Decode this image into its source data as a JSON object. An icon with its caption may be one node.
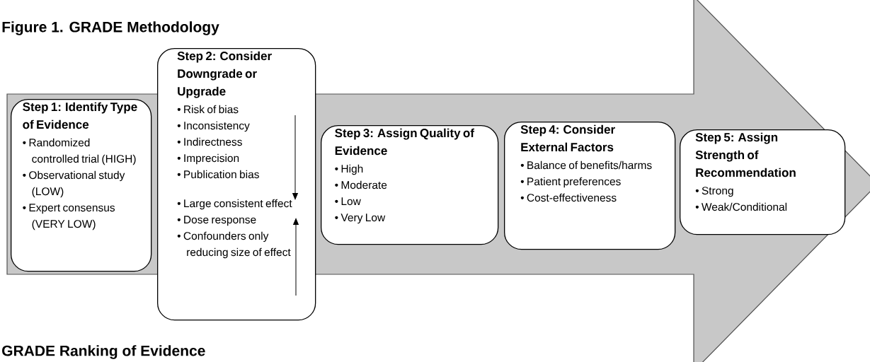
{
  "diagram": {
    "title": "Figure 1. GRADE Methodology",
    "nodes": [
      {
        "text": [
          "Step 1: Identify Type of Evidence",
          "• Randomized controlled trial (HIGH)",
          "• Observational study (LOW)",
          "• Expert consensus (VERY LOW)"
        ]
      },
      {
        "text": [
          "Step 2: Consider Downgrade or Upgrade",
          "• Risk of bias",
          "• Inconsistency",
          "• Indirectness",
          "• Imprecision",
          "• Publication bias",
          "• Large consistent effect",
          "• Dose response",
          "• Confounders only reducing size of effect"
        ]
      },
      {
        "text": [
          "Step 3: Assign Quality of Evidence",
          "• High",
          "• Moderate",
          "• Low",
          "• Very Low"
        ]
      },
      {
        "text": [
          "Step 4: Consider External Factors",
          "• Balance of benefits/harms",
          "• Patient preferences",
          "• Cost-effectiveness"
        ]
      },
      {
        "text": [
          "Step 5: Assign Strength of Recommendation",
          "• Strong",
          "• Weak/Conditional"
        ]
      }
    ],
    "labels": [
      "GRADE Ranking of Evidence"
    ]
  }
}
